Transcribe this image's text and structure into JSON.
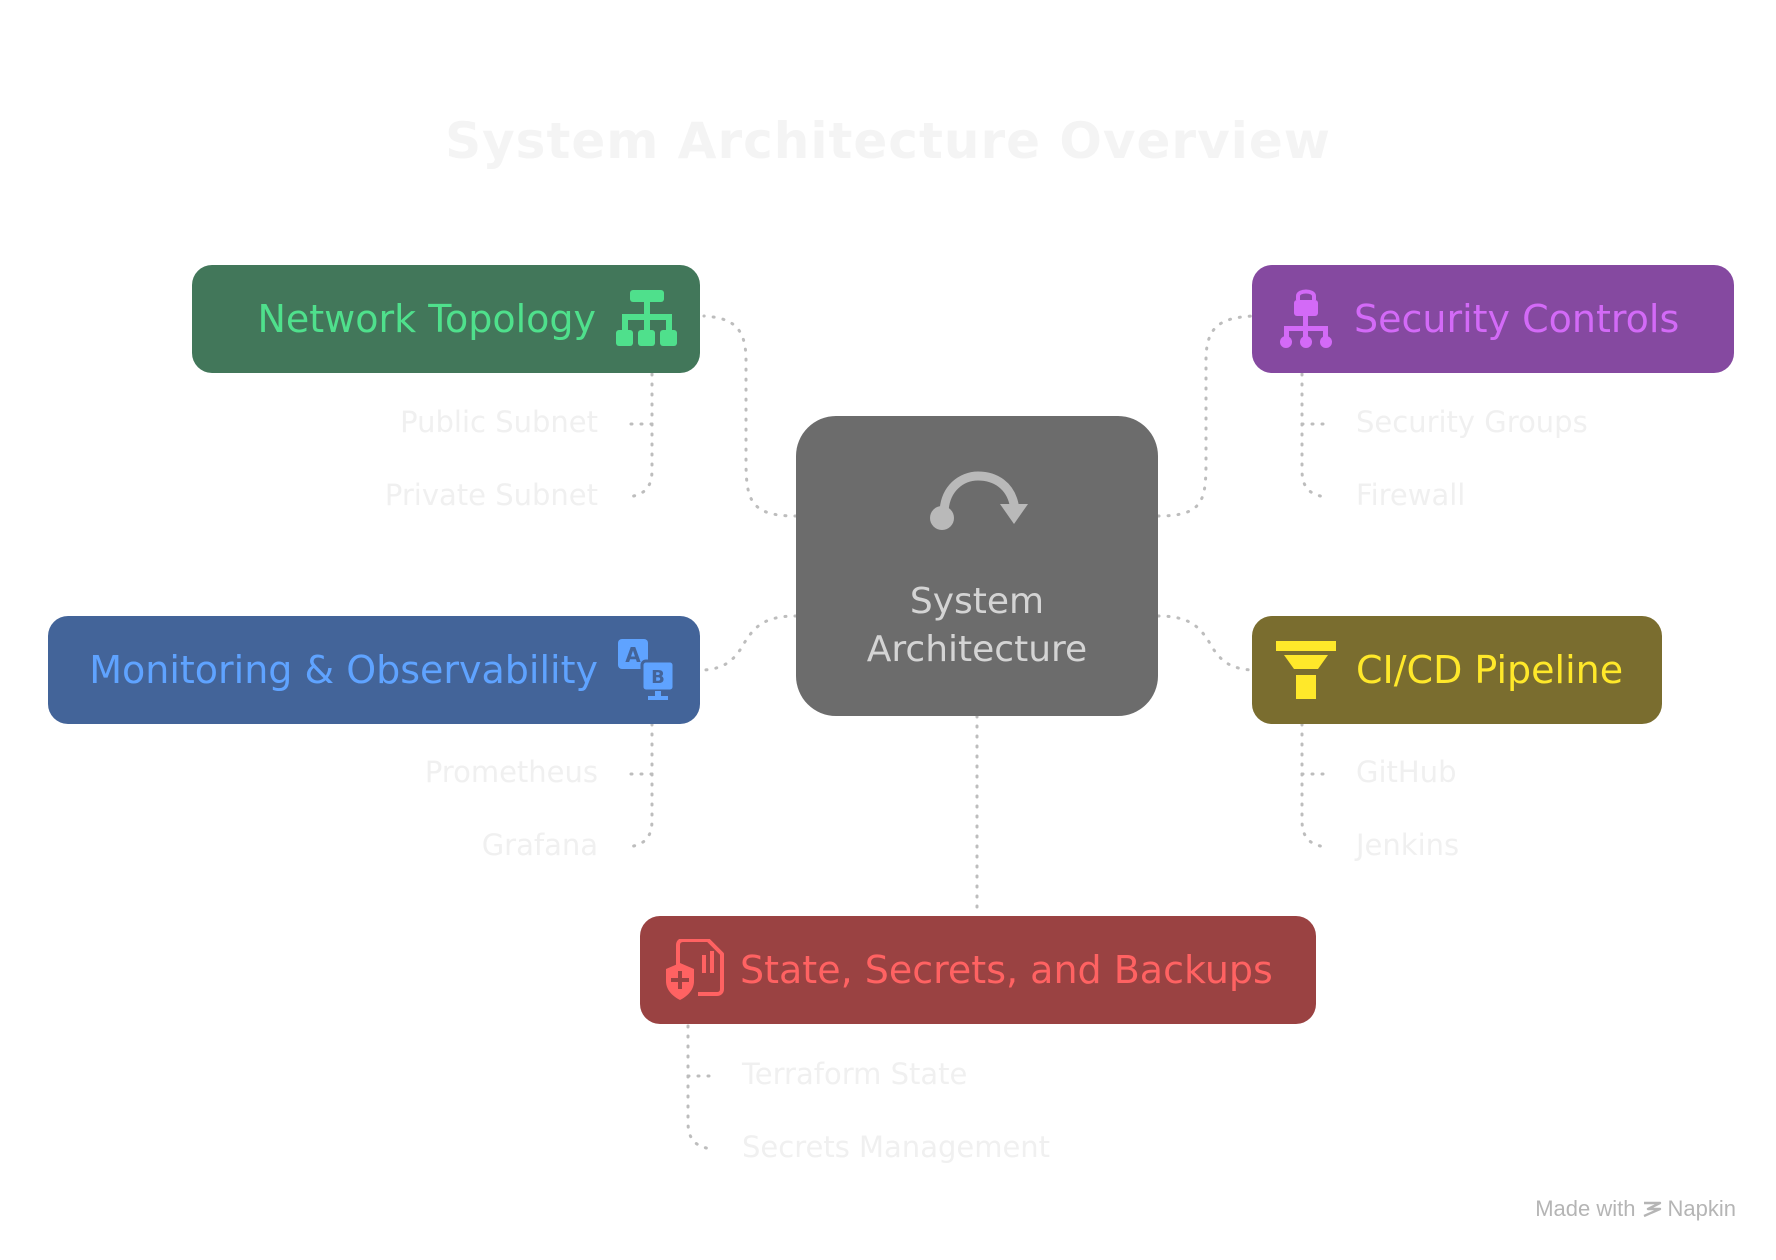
{
  "title": "System Architecture Overview",
  "center": {
    "label_line1": "System",
    "label_line2": "Architecture",
    "icon": "curved-arrow-icon"
  },
  "nodes": {
    "network": {
      "label": "Network Topology",
      "icon": "network-hierarchy-icon",
      "bg": "#42775a",
      "fg": "#4fe08c",
      "items": [
        "Public Subnet",
        "Private Subnet"
      ]
    },
    "security": {
      "label": "Security Controls",
      "icon": "lock-network-icon",
      "bg": "#8549a0",
      "fg": "#d36af7",
      "items": [
        "Security Groups",
        "Firewall"
      ]
    },
    "monitoring": {
      "label": "Monitoring & Observability",
      "icon": "translate-ab-icon",
      "bg": "#436499",
      "fg": "#5fa3ff",
      "items": [
        "Prometheus",
        "Grafana"
      ]
    },
    "cicd": {
      "label": "CI/CD Pipeline",
      "icon": "funnel-icon",
      "bg": "#7a6d2f",
      "fg": "#ffe82a",
      "items": [
        "GitHub",
        "Jenkins"
      ]
    },
    "state": {
      "label": "State, Secrets, and Backups",
      "icon": "shield-document-icon",
      "bg": "#9a4242",
      "fg": "#ff6262",
      "items": [
        "Terraform State",
        "Secrets Management"
      ]
    }
  },
  "credit": {
    "made_with": "Made with",
    "brand": "Napkin"
  }
}
